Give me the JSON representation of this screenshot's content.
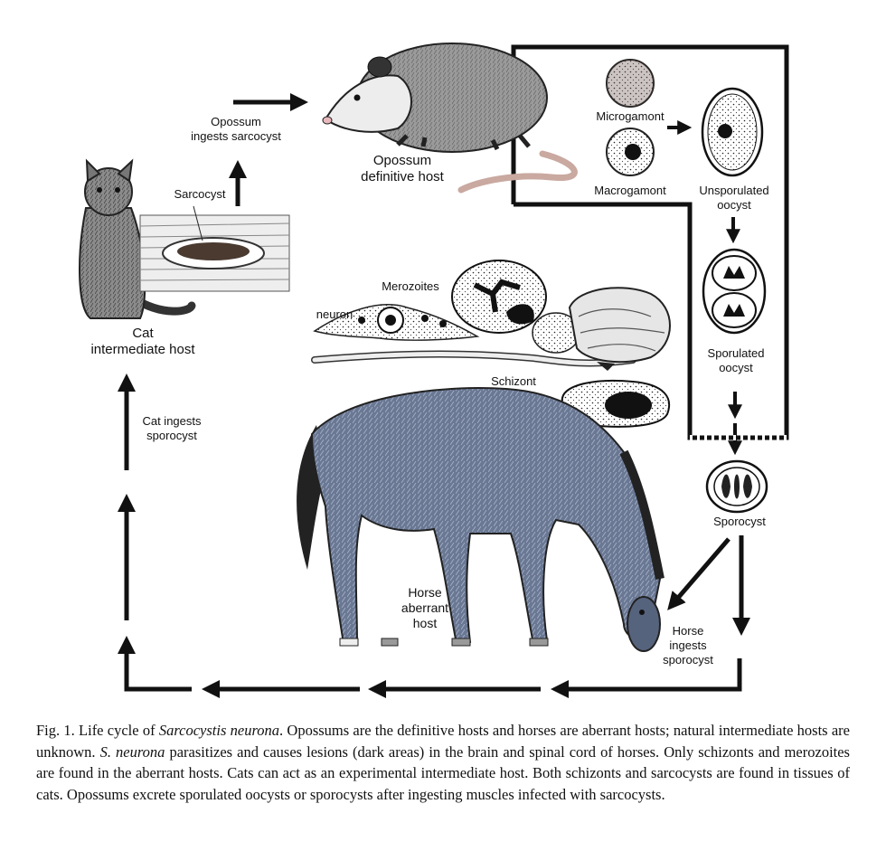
{
  "labels": {
    "opossum_ingests": [
      "Opossum",
      "ingests sarcocyst"
    ],
    "opossum_host": [
      "Opossum",
      "definitive  host"
    ],
    "sarcocyst": "Sarcocyst",
    "cat_host": [
      "Cat",
      "intermediate host"
    ],
    "cat_ingests": [
      "Cat ingests",
      "sporocyst"
    ],
    "microgamont": "Microgamont",
    "macrogamont": "Macrogamont",
    "unsporulated": [
      "Unsporulated",
      "oocyst"
    ],
    "sporulated": [
      "Sporulated",
      "oocyst"
    ],
    "sporocyst": "Sporocyst",
    "merozoites": "Merozoites",
    "neuron": "neuron",
    "schizont": "Schizont",
    "horse_host": [
      "Horse",
      "aberrant",
      "host"
    ],
    "horse_ingests": [
      "Horse",
      "ingests",
      "sporocyst"
    ]
  },
  "caption": {
    "p1": "Fig. 1. Life cycle of ",
    "p2": "Sarcocystis neurona",
    "p3": ". Opossums are the definitive hosts and horses are aberrant hosts; natural intermediate hosts are unknown. ",
    "p4": "S. neurona",
    "p5": " parasitizes and causes lesions (dark areas) in the brain and spinal cord of horses. Only schizonts and merozoites are found in the aberrant hosts. Cats can act as an experimental intermediate host. Both schizonts and sarcocysts are found in tissues of cats. Opossums excrete sporulated oocysts or sporocysts after ingesting muscles infected with sarcocysts."
  },
  "colors": {
    "ink": "#111111",
    "horse": "#5d6b85",
    "opossum": "#9a9a9a"
  }
}
